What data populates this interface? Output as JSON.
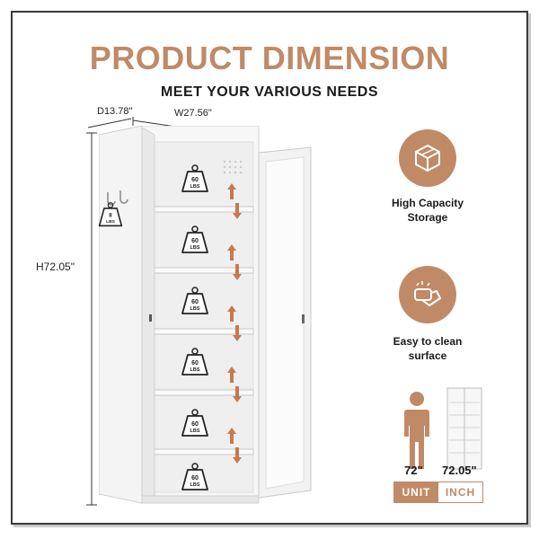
{
  "header": {
    "title": "PRODUCT DIMENSION",
    "subtitle": "MEET YOUR VARIOUS NEEDS"
  },
  "dimensions": {
    "depth": "D13.78\"",
    "width": "W27.56\"",
    "height": "H72.05\""
  },
  "weights": {
    "hook": {
      "value": "8",
      "unit": "LBS"
    },
    "shelves": [
      {
        "value": "60",
        "unit": "LBS"
      },
      {
        "value": "60",
        "unit": "LBS"
      },
      {
        "value": "60",
        "unit": "LBS"
      },
      {
        "value": "60",
        "unit": "LBS"
      },
      {
        "value": "60",
        "unit": "LBS"
      },
      {
        "value": "60",
        "unit": "LBS"
      }
    ]
  },
  "features": [
    {
      "icon": "cube-box-icon",
      "label_line1": "High Capacity",
      "label_line2": "Storage"
    },
    {
      "icon": "wipe-clean-icon",
      "label_line1": "Easy to clean",
      "label_line2": "surface"
    }
  ],
  "comparison": {
    "person_height": "72\"",
    "cabinet_height": "72.05\""
  },
  "unit_toggle": {
    "left": "UNIT",
    "right": "INCH"
  },
  "colors": {
    "accent": "#c08a67",
    "text": "#1a1a1a",
    "arrow": "#c9784a"
  }
}
